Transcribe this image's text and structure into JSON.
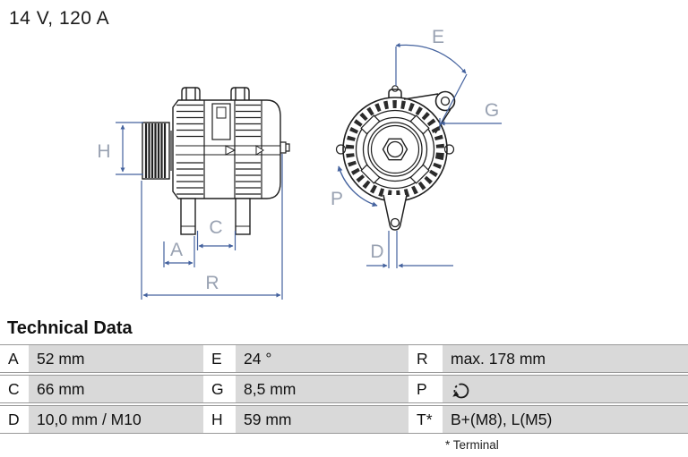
{
  "rating": "14 V, 120 A",
  "diagram": {
    "dimension_labels": {
      "H": "H",
      "A": "A",
      "C": "C",
      "R": "R",
      "E": "E",
      "G": "G",
      "P": "P",
      "D": "D"
    }
  },
  "technical_data": {
    "title": "Technical Data",
    "rows": [
      {
        "cells": [
          {
            "label": "A",
            "value": "52 mm"
          },
          {
            "label": "E",
            "value": "24 °"
          },
          {
            "label": "R",
            "value": "max. 178 mm"
          }
        ]
      },
      {
        "cells": [
          {
            "label": "C",
            "value": "66 mm"
          },
          {
            "label": "G",
            "value": "8,5 mm"
          },
          {
            "label": "P",
            "value": "",
            "icon": "rotation-direction-clockwise-icon"
          }
        ]
      },
      {
        "cells": [
          {
            "label": "D",
            "value": "10,0 mm / M10"
          },
          {
            "label": "H",
            "value": "59 mm"
          },
          {
            "label": "T*",
            "value": "B+(M8), L(M5)"
          }
        ]
      }
    ],
    "footnote": "* Terminal"
  },
  "colors": {
    "dimension_line": "#44629e",
    "dimension_label": "#99a2b2",
    "drawing_line": "#1f1f1f",
    "table_value_bg": "#d9d9d9",
    "table_row_line": "#999999",
    "text": "#111111"
  }
}
